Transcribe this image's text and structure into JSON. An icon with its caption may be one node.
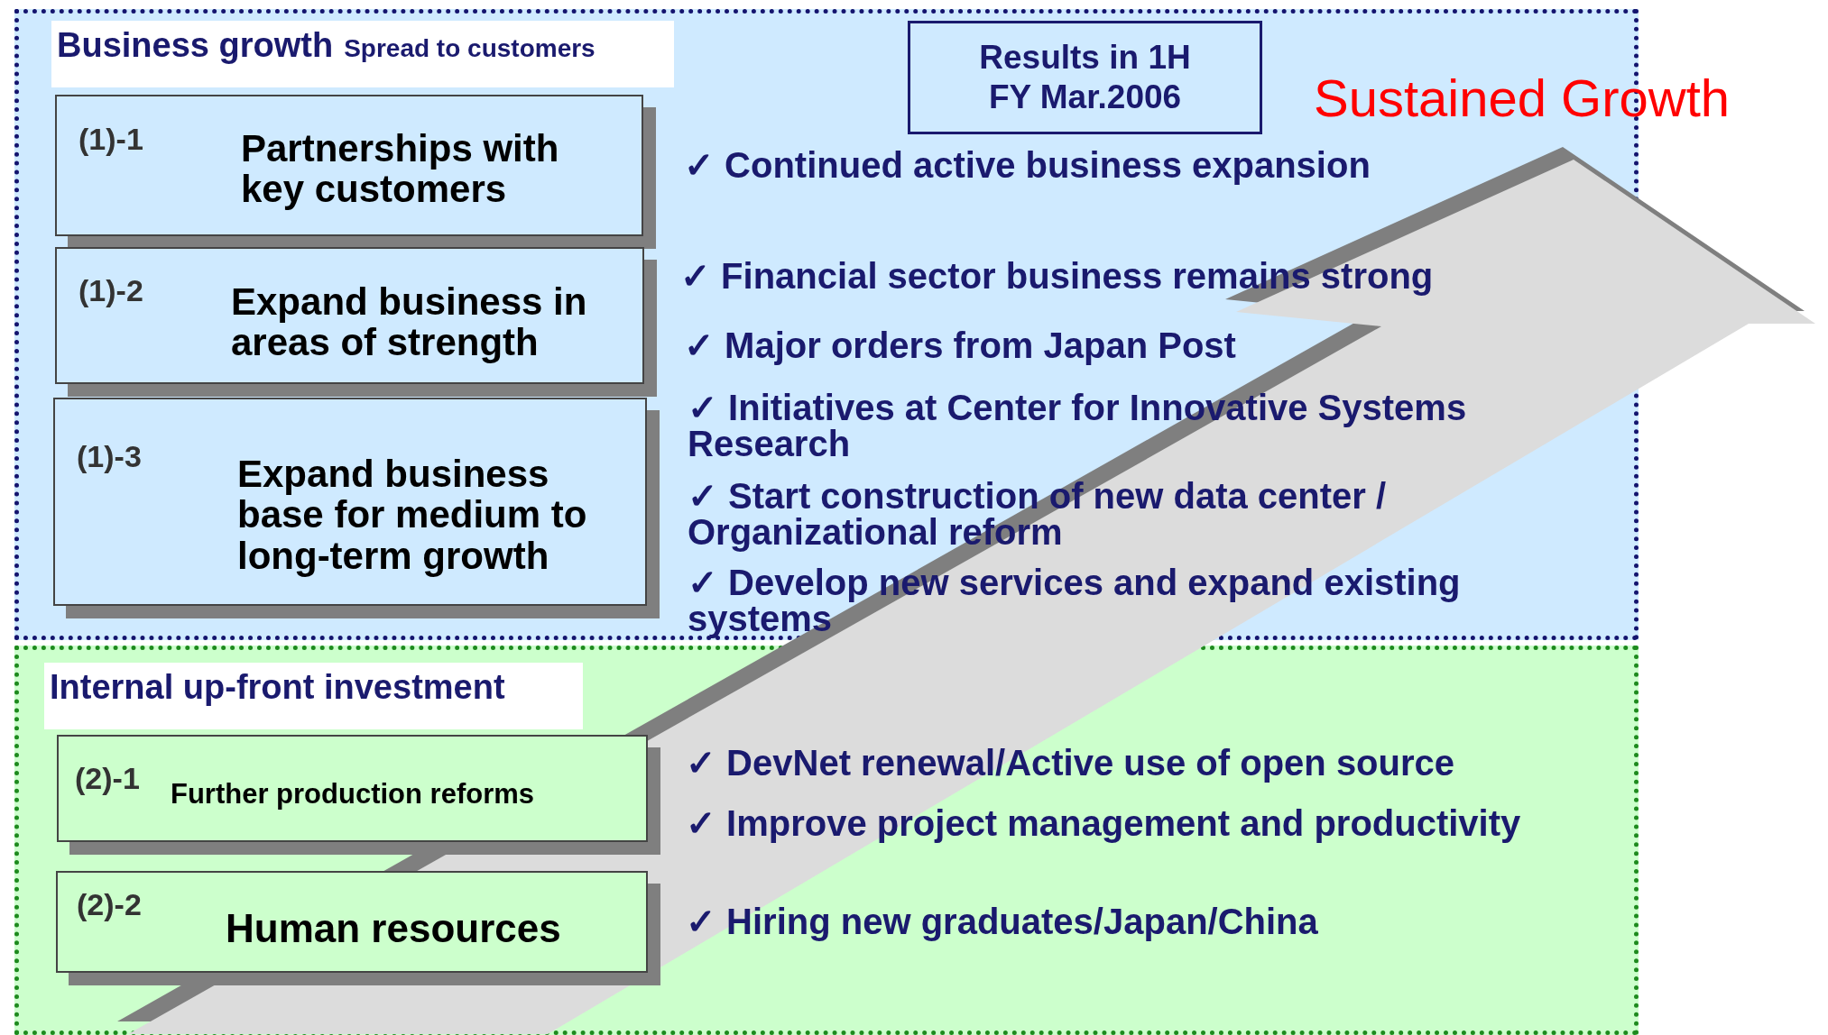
{
  "diagram": {
    "nodes": [
      {
        "text": [
          "Business growth",
          "Spread to customers"
        ]
      },
      {
        "text": [
          "(1)-1",
          "Partnerships with key customers"
        ],
        "in": 0
      },
      {
        "text": [
          "(1)-2",
          "Expand business in areas of strength"
        ],
        "in": 0
      },
      {
        "text": [
          "(1)-3",
          "Expand business base for medium to long-term growth"
        ],
        "in": 0
      },
      {
        "text": [
          "Results in 1H FY Mar.2006"
        ],
        "in": 0
      },
      {
        "text": [
          "Internal up-front investment"
        ]
      },
      {
        "text": [
          "(2)-1",
          "Further production reforms"
        ],
        "in": 5
      },
      {
        "text": [
          "(2)-2",
          "Human resources"
        ],
        "in": 5
      }
    ],
    "labels": [
      "Sustained Growth",
      "✓ Continued active business expansion",
      "✓ Financial sector business remains strong",
      "✓ Major orders from Japan Post",
      "✓ Initiatives at Center for Innovative Systems Research",
      "✓ Start construction of new data center / Organizational reform",
      "✓ Develop new services and expand existing systems",
      "✓ DevNet renewal/Active use of open source",
      "✓ Improve project management and productivity",
      "✓ Hiring new graduates/Japan/China"
    ]
  }
}
